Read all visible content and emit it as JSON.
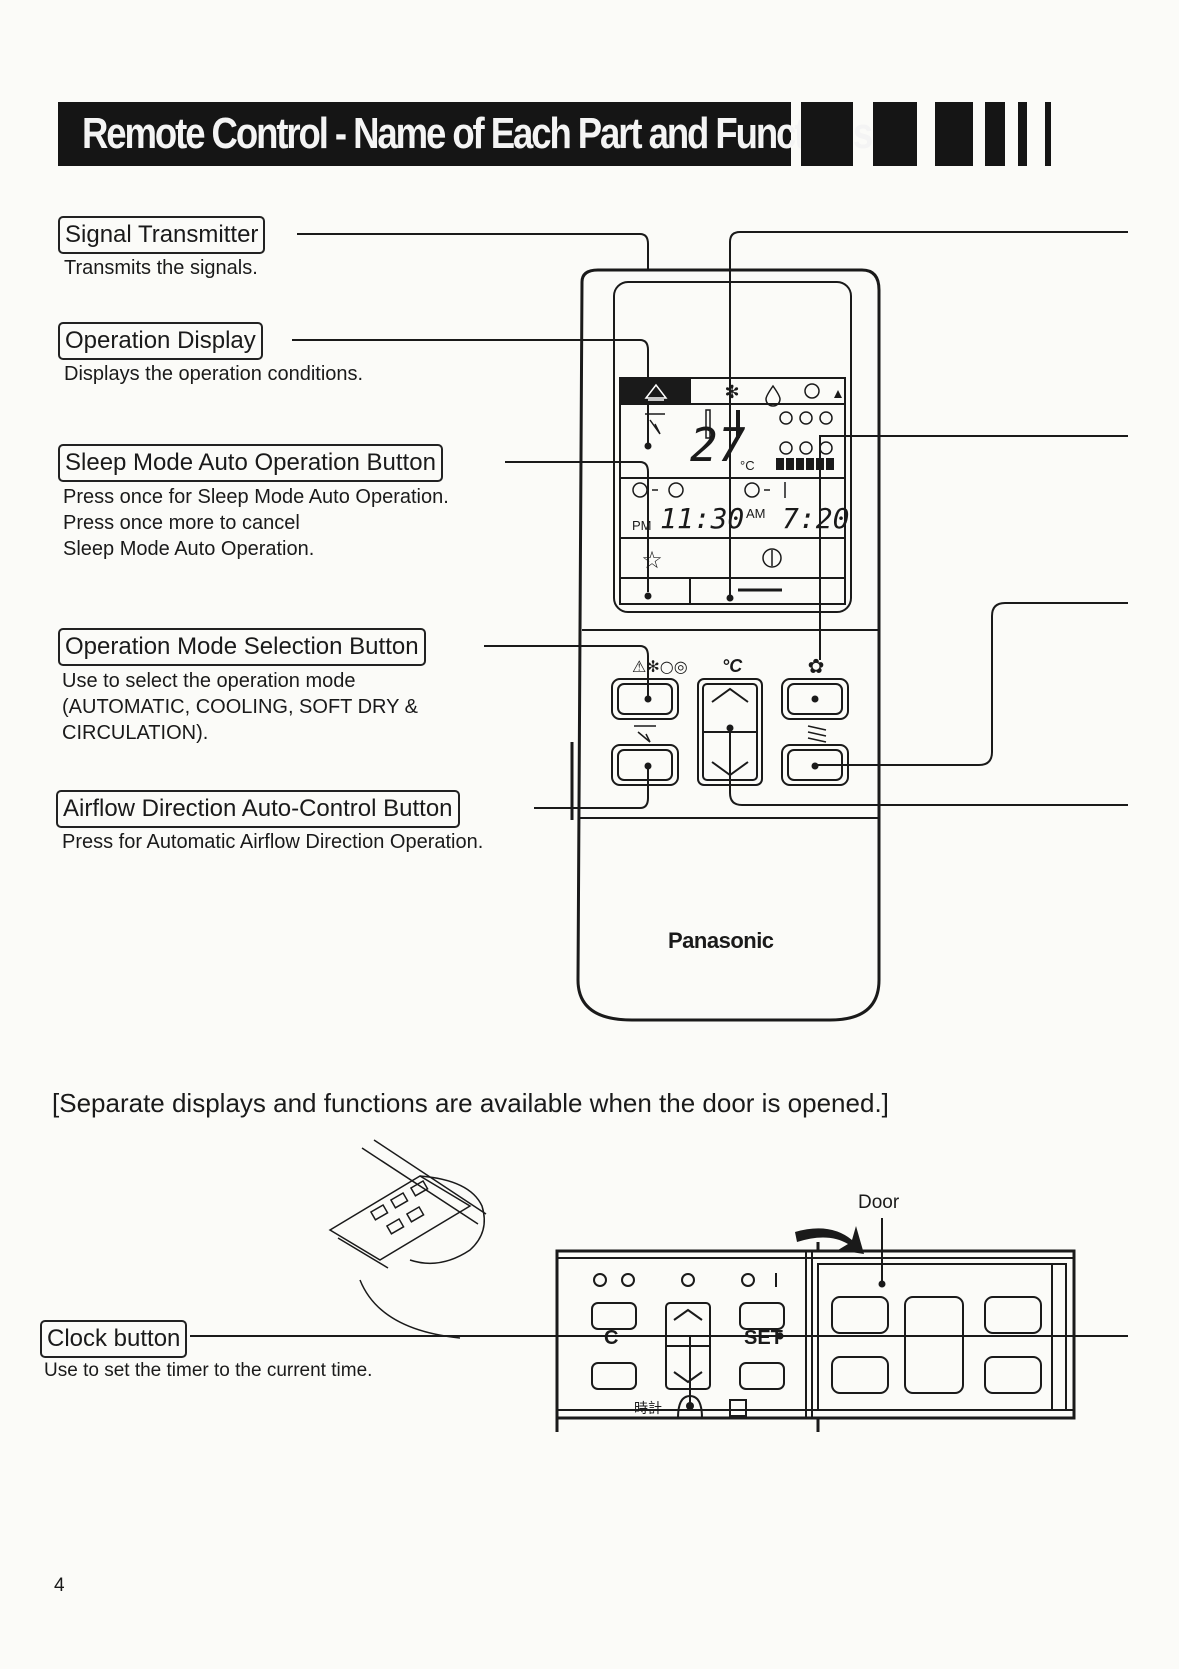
{
  "header": {
    "title": "Remote Control - Name of Each Part and Functions"
  },
  "callouts": [
    {
      "id": "signal-transmitter",
      "label": "Signal Transmitter",
      "description": "Transmits the signals."
    },
    {
      "id": "operation-display",
      "label": "Operation Display",
      "description": "Displays the operation conditions."
    },
    {
      "id": "sleep-mode",
      "label": "Sleep Mode Auto Operation Button",
      "description": "Press once for Sleep Mode Auto Operation.\nPress once more to cancel\nSleep Mode Auto Operation."
    },
    {
      "id": "operation-mode",
      "label": "Operation Mode Selection Button",
      "description": "Use to select the operation mode\n(AUTOMATIC, COOLING, SOFT DRY &\nCIRCULATION)."
    },
    {
      "id": "airflow-direction",
      "label": "Airflow Direction Auto-Control Button",
      "description": "Press for Automatic Airflow Direction Operation."
    },
    {
      "id": "clock-button",
      "label": "Clock button",
      "description": "Use to set the timer to the current time."
    }
  ],
  "remote": {
    "brand": "Panasonic",
    "lcd": {
      "temperature": "27",
      "temp_unit": "°C",
      "timer_off_period": "PM",
      "timer_off_time": "11:30",
      "timer_on_period": "AM",
      "timer_on_time": "7:20"
    },
    "temp_button_label": "°C"
  },
  "door_panel": {
    "door_label": "Door",
    "cancel_label": "C",
    "set_label": "SET",
    "clock_label": "時計"
  },
  "note": "[Separate displays and functions are available when the door is opened.]",
  "page_number": "4"
}
